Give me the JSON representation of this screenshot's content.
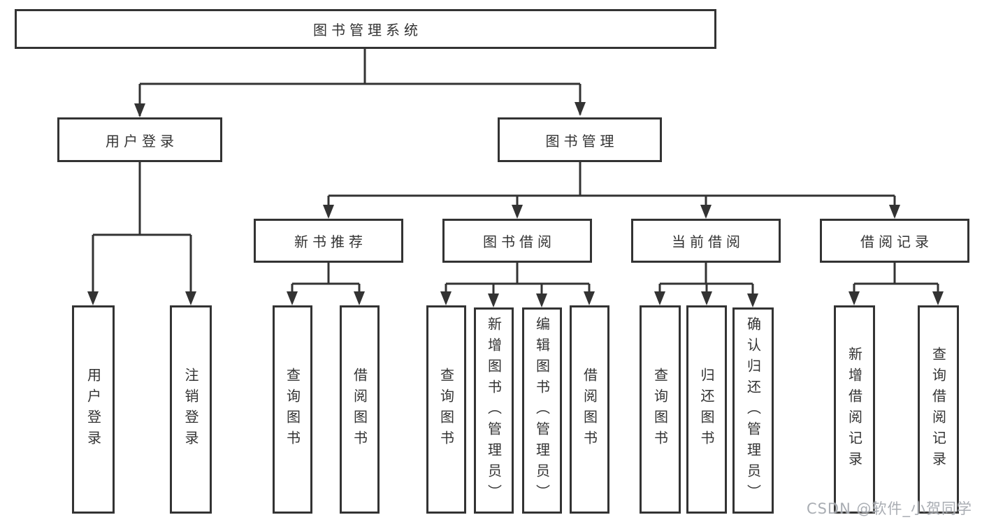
{
  "colors": {
    "line": "#333333",
    "box_border": "#333333",
    "text": "#333333",
    "watermark": "#9a9fa6"
  },
  "watermark": "CSDN @软件_小贺同学",
  "nodes": {
    "root": {
      "label": "图书管理系统"
    },
    "user_login_module": {
      "label": "用户登录"
    },
    "book_management": {
      "label": "图书管理"
    },
    "new_book_recommend": {
      "label": "新书推荐"
    },
    "book_borrowing": {
      "label": "图书借阅"
    },
    "current_borrowing": {
      "label": "当前借阅"
    },
    "borrowing_records": {
      "label": "借阅记录"
    },
    "leaf_user_login": {
      "label": "用户登录"
    },
    "leaf_logout": {
      "label": "注销登录"
    },
    "leaf_nb_query_books": {
      "label": "查询图书"
    },
    "leaf_nb_borrow_books": {
      "label": "借阅图书"
    },
    "leaf_bb_query_books": {
      "label": "查询图书"
    },
    "leaf_bb_add_books": {
      "label": "新增图书（管理员）"
    },
    "leaf_bb_edit_books": {
      "label": "编辑图书（管理员）"
    },
    "leaf_bb_borrow_books": {
      "label": "借阅图书"
    },
    "leaf_cb_query_books": {
      "label": "查询图书"
    },
    "leaf_cb_return_books": {
      "label": "归还图书"
    },
    "leaf_cb_confirm_return": {
      "label": "确认归还（管理员）"
    },
    "leaf_br_add_record": {
      "label": "新增借阅记录"
    },
    "leaf_br_query_record": {
      "label": "查询借阅记录"
    }
  },
  "hierarchy": {
    "root": [
      "user_login_module",
      "book_management"
    ],
    "user_login_module": [
      "leaf_user_login",
      "leaf_logout"
    ],
    "book_management": [
      "new_book_recommend",
      "book_borrowing",
      "current_borrowing",
      "borrowing_records"
    ],
    "new_book_recommend": [
      "leaf_nb_query_books",
      "leaf_nb_borrow_books"
    ],
    "book_borrowing": [
      "leaf_bb_query_books",
      "leaf_bb_add_books",
      "leaf_bb_edit_books",
      "leaf_bb_borrow_books"
    ],
    "current_borrowing": [
      "leaf_cb_query_books",
      "leaf_cb_return_books",
      "leaf_cb_confirm_return"
    ],
    "borrowing_records": [
      "leaf_br_add_record",
      "leaf_br_query_record"
    ]
  }
}
